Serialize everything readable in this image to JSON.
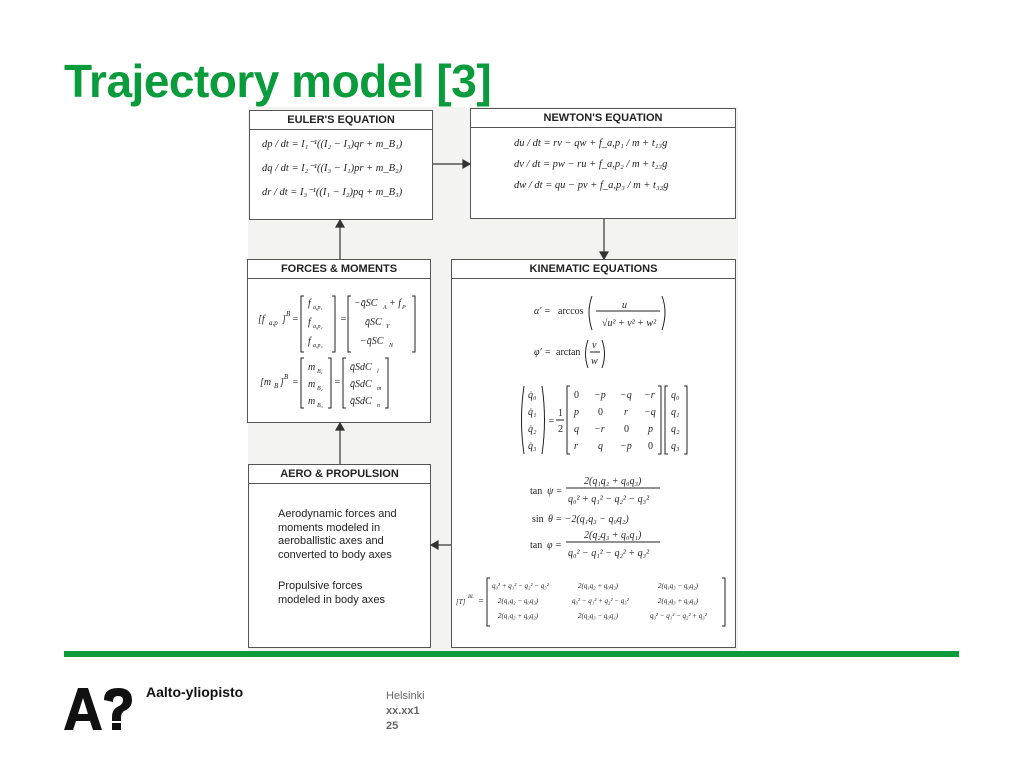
{
  "slide": {
    "title": "Trajectory model [3]",
    "logo": {
      "mark": "A?",
      "name": "Aalto-yliopisto"
    },
    "footer": {
      "location": "Helsinki",
      "date": "xx.xx1",
      "page": "25"
    },
    "accent_color": "#0a9b3c"
  },
  "diagram": {
    "euler": {
      "title": "EULER'S EQUATION",
      "eqs": [
        "dp / dt = I₁⁻¹((I₂ − I₃)qr + m_B₁)",
        "dq / dt = I₂⁻¹((I₃ − I₁)pr + m_B₂)",
        "dr / dt = I₃⁻¹((I₁ − I₂)pq + m_B₃)"
      ]
    },
    "newton": {
      "title": "NEWTON'S EQUATION",
      "eqs": [
        "du / dt = rv − qw + f_a,p₁ / m + t₁₃g",
        "dv / dt = pw − ru + f_a,p₂ / m + t₂₃g",
        "dw / dt = qu − pv + f_a,p₃ / m + t₃₃g"
      ]
    },
    "forces": {
      "title": "FORCES & MOMENTS"
    },
    "kinematic": {
      "title": "KINEMATIC EQUATIONS"
    },
    "aero": {
      "title": "AERO & PROPULSION",
      "para1": [
        "Aerodynamic forces and",
        "moments modeled in",
        "aeroballistic axes and",
        "converted to body axes"
      ],
      "para2": [
        "Propulsive forces",
        "modeled in body axes"
      ]
    }
  }
}
